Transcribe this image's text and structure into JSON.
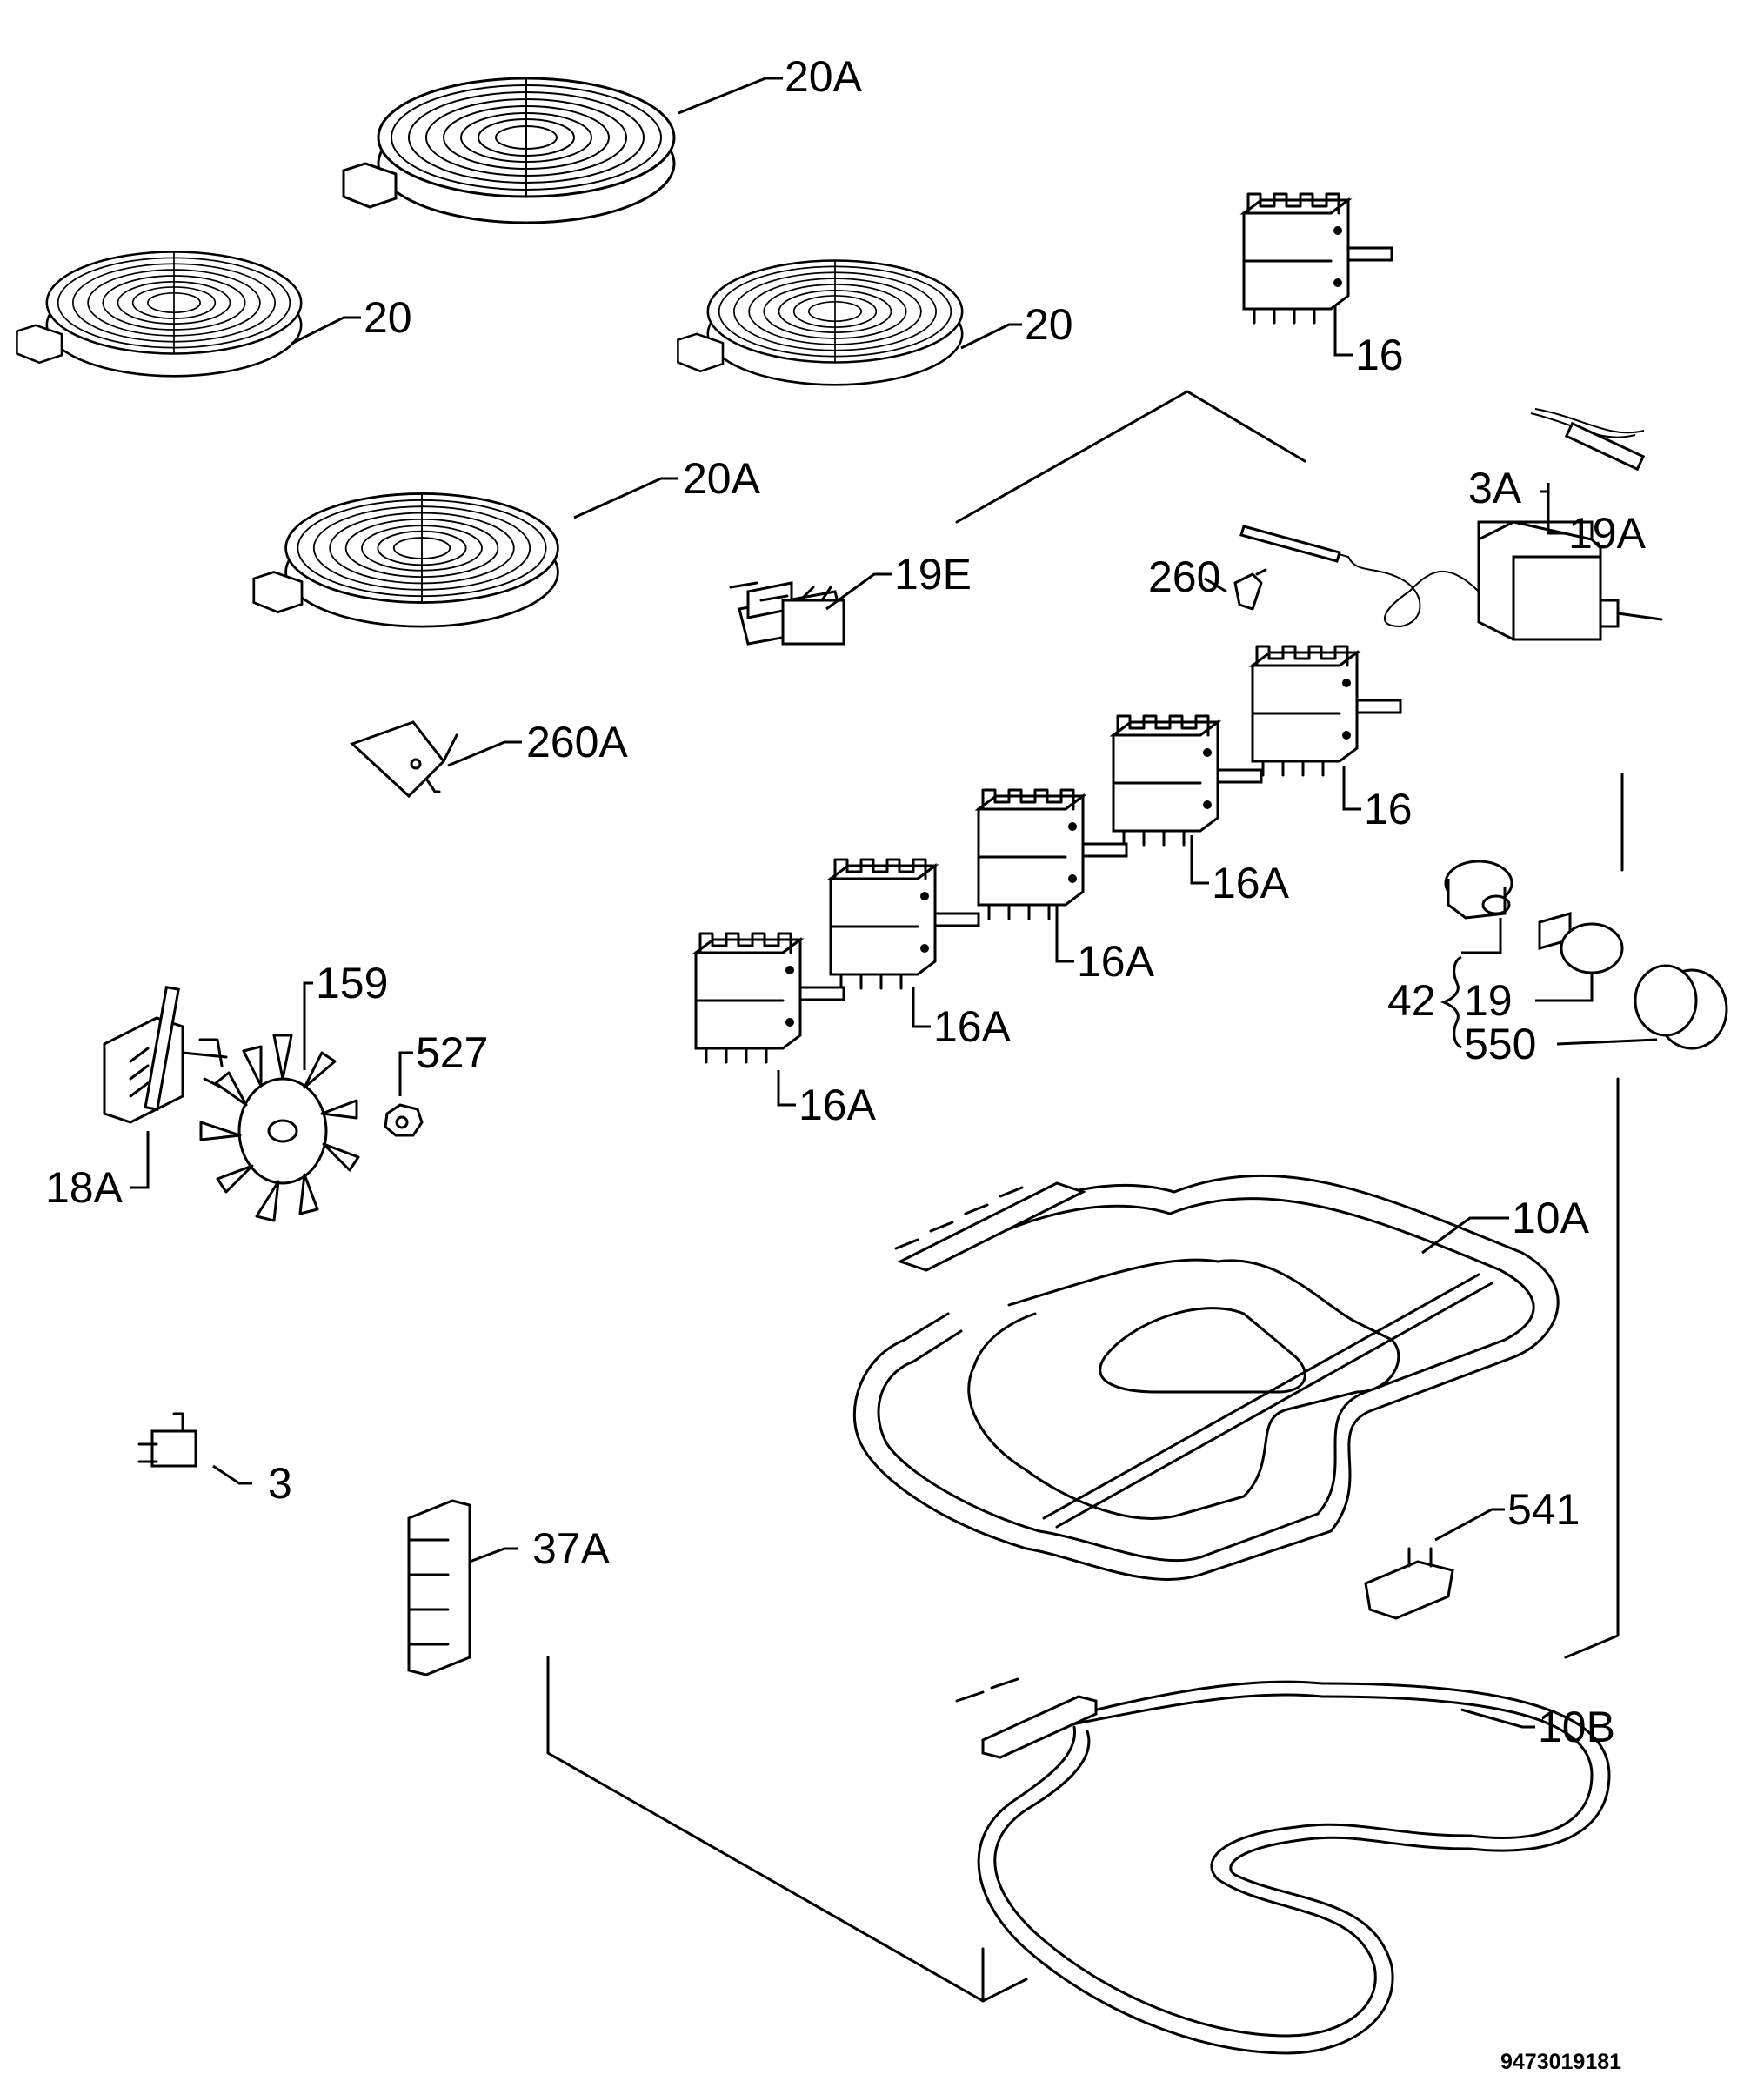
{
  "diagram": {
    "labels": {
      "p20A_top": "20A",
      "p20_left": "20",
      "p20_right": "20",
      "p20A_mid": "20A",
      "p16_top": "16",
      "p19A": "19A",
      "p3A": "3A",
      "p19E": "19E",
      "p260": "260",
      "p260A": "260A",
      "p16_right": "16",
      "p16A_1": "16A",
      "p16A_2": "16A",
      "p16A_3": "16A",
      "p16A_4": "16A",
      "p159": "159",
      "p527": "527",
      "p18A": "18A",
      "p42": "42",
      "p19": "19",
      "p550": "550",
      "p10A": "10A",
      "p3": "3",
      "p37A": "37A",
      "p541": "541",
      "p10B": "10B"
    },
    "document_number": "9473019181"
  }
}
